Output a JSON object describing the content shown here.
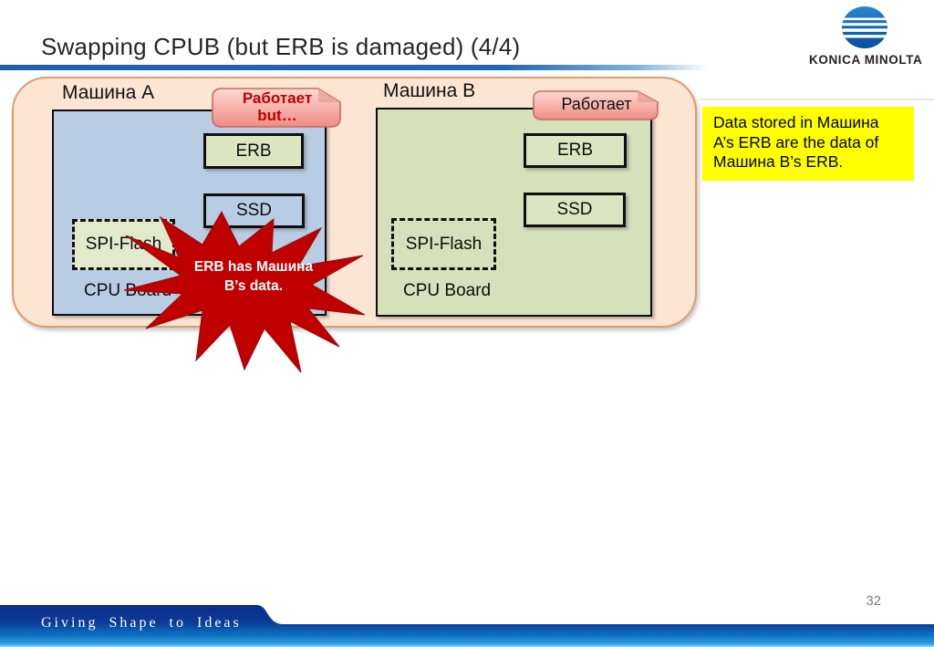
{
  "slide": {
    "title": "Swapping CPUB (but ERB is damaged) (4/4)",
    "page_number": "32",
    "footer_tagline": "Giving Shape to Ideas",
    "logo_brand": "KONICA MINOLTA"
  },
  "diagram": {
    "machine_a": {
      "label": "Машина A",
      "board_label": "CPU Board",
      "erb_label": "ERB",
      "ssd_label": "SSD",
      "spi_label": "SPI-Flash",
      "callout_line1": "Работает",
      "callout_line2": "but…"
    },
    "machine_b": {
      "label": "Машина B",
      "board_label": "CPU Board",
      "erb_label": "ERB",
      "ssd_label": "SSD",
      "spi_label": "SPI-Flash",
      "callout_line1": "Работает"
    },
    "starburst": {
      "line1": "ERB has Машина",
      "line2": "B’s data."
    },
    "note_text": "Data stored in Машина A’s ERB are the data of Машина B’s ERB."
  },
  "colors": {
    "panel_fill": "#fce5d3",
    "panel_border": "#dd9c6b",
    "board_a_fill": "#b8cce4",
    "board_b_fill": "#d5e1ba",
    "component_green": "#dce6c3",
    "star_red": "#c00000",
    "callout_pink_top": "#fdd9d3",
    "callout_pink_bottom": "#ef8c83",
    "callout_text_alert": "#c00000",
    "note_yellow": "#ffff00",
    "title_rule_blue": "#2268ae",
    "footer_navy": "#0b2c89",
    "footer_light_blue": "#2f9ed9"
  }
}
